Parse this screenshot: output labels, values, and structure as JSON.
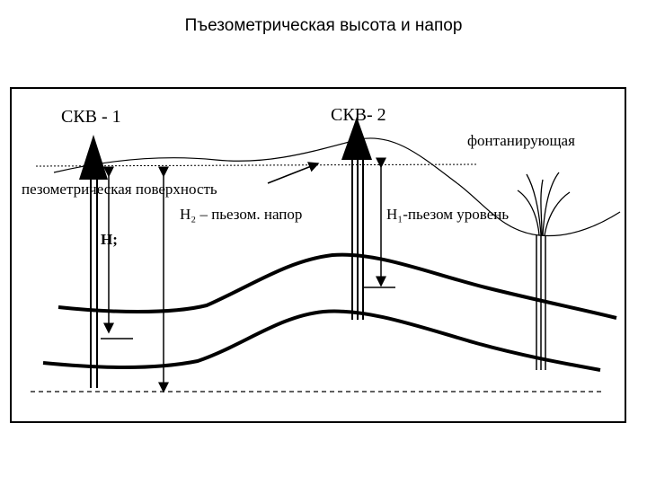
{
  "slide": {
    "title": "Пъезометрическая высота и напор"
  },
  "diagram": {
    "well1_label": "СКВ - 1",
    "well2_label": "СКВ- 2",
    "flowing_label": "фонтанирующая",
    "piezo_surface_label": "пезометрическая поверхность",
    "h2_label": "H₂ – пьезом. напор",
    "h1_label": "H₁-пьезом уровень",
    "h_label": "H;"
  }
}
